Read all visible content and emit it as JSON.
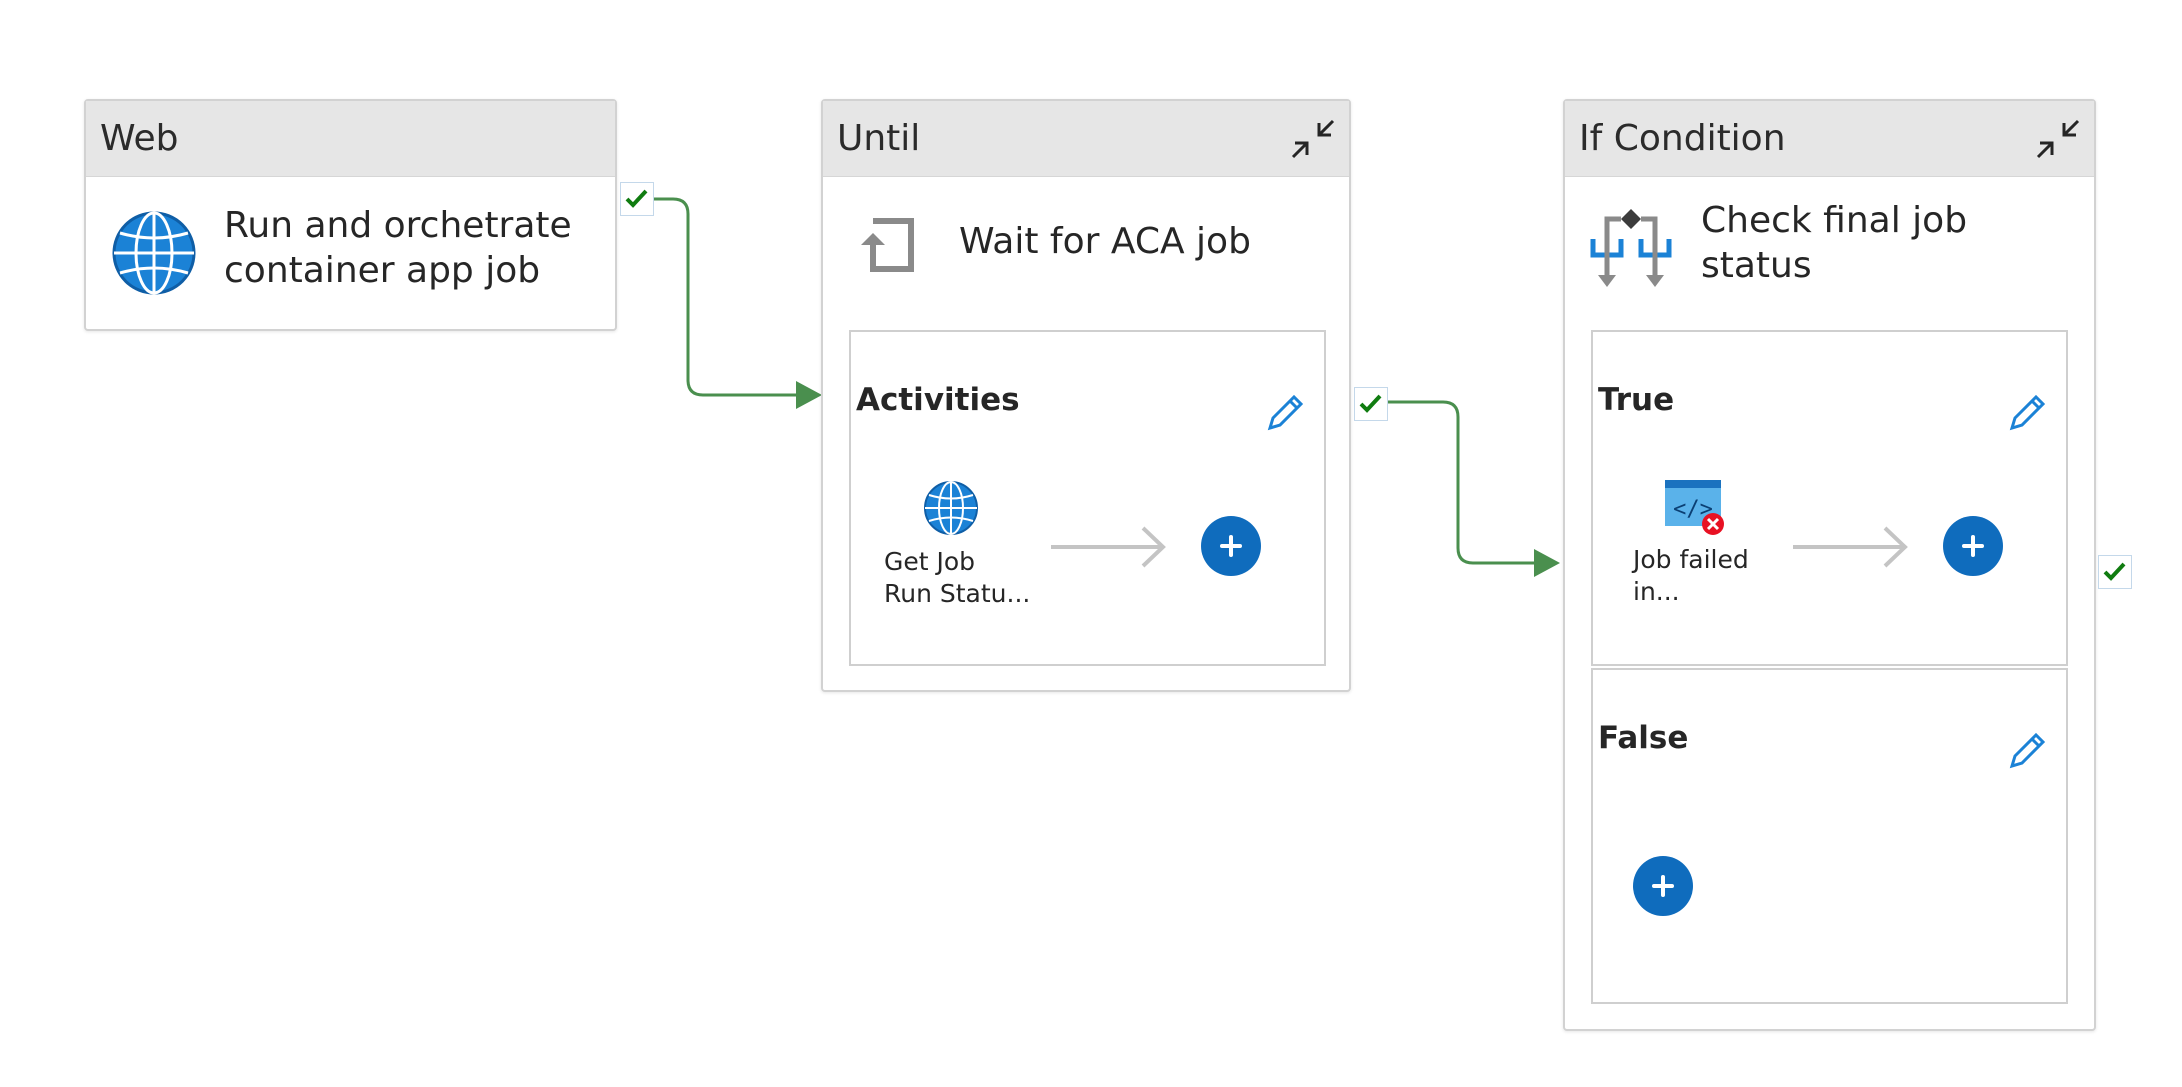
{
  "web_activity": {
    "type_label": "Web",
    "title_line1": "Run and orchetrate",
    "title_line2": "container app job",
    "icon": "globe-icon"
  },
  "until_activity": {
    "type_label": "Until",
    "title": "Wait for ACA job",
    "icon": "loop-icon",
    "activities_label": "Activities",
    "inner_activity": {
      "label_line1": "Get Job",
      "label_line2": "Run Statu...",
      "icon": "globe-icon"
    }
  },
  "if_activity": {
    "type_label": "If Condition",
    "title_line1": "Check final job",
    "title_line2": "status",
    "icon": "branch-icon",
    "true_label": "True",
    "false_label": "False",
    "true_activity": {
      "label_line1": "Job failed",
      "label_line2": "in...",
      "icon": "fail-code-icon"
    }
  },
  "colors": {
    "connector": "#4a8f4e",
    "accent_blue": "#0f6cbd",
    "header_bg": "#e6e6e6",
    "success_check": "#107c10",
    "error_red": "#e81123"
  }
}
